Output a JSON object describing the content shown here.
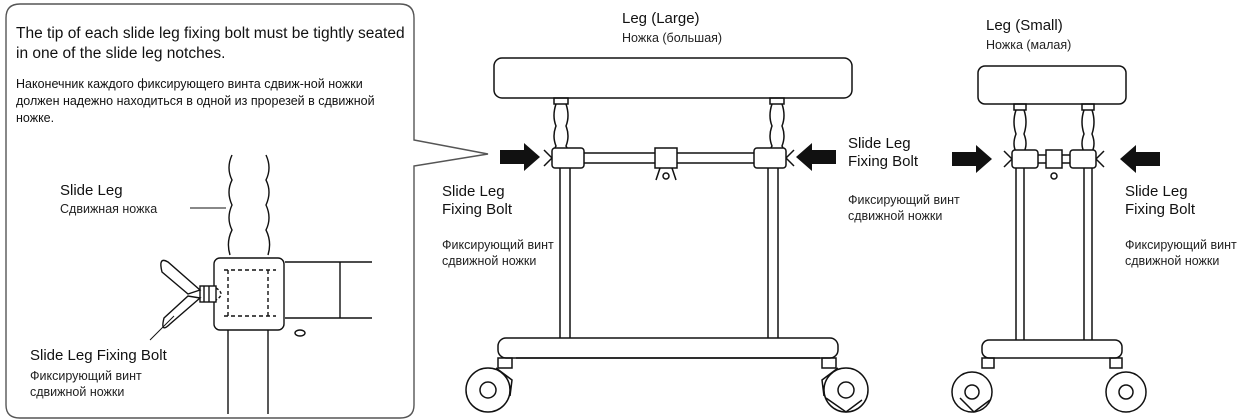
{
  "callout": {
    "en": "The tip of each slide leg fixing bolt must be tightly seated in one of the slide leg notches.",
    "ru": "Наконечник каждого фиксирующего винта сдвиж-ной ножки должен надежно находиться в одной из прорезей в сдвижной ножке.",
    "slide_leg_en": "Slide Leg",
    "slide_leg_ru": "Сдвижная ножка",
    "bolt_en": "Slide Leg Fixing Bolt",
    "bolt_ru": "Фиксирующий винт сдвижной ножки"
  },
  "large": {
    "title_en": "Leg (Large)",
    "title_ru": "Ножка (большая)",
    "left_bolt_en": "Slide Leg Fixing Bolt",
    "left_bolt_ru": "Фиксирующий винт сдвижной ножки",
    "right_bolt_en": "Slide Leg Fixing Bolt",
    "right_bolt_ru": "Фиксирующий винт сдвижной ножки"
  },
  "small": {
    "title_en": "Leg (Small)",
    "title_ru": "Ножка (малая)",
    "right_bolt_en": "Slide Leg Fixing Bolt",
    "right_bolt_ru": "Фиксирующий винт сдвижной ножки"
  }
}
